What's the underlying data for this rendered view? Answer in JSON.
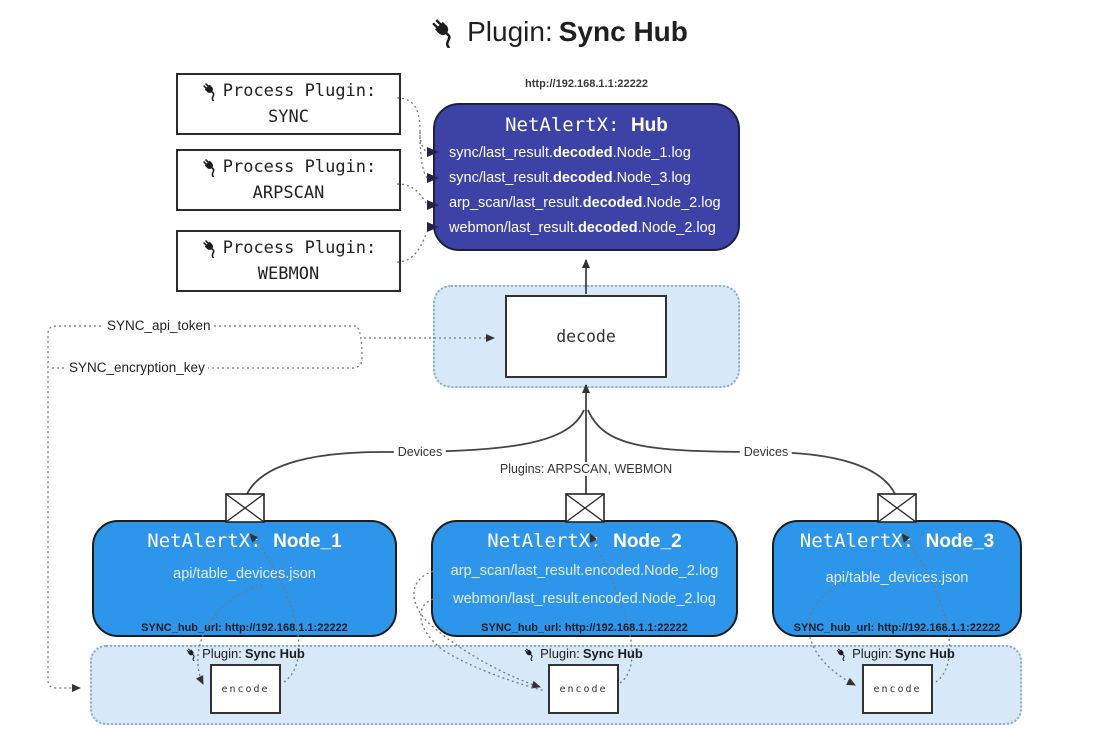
{
  "title": {
    "prefix": "Plugin: ",
    "bold": "Sync Hub"
  },
  "icons": {
    "plug": "plug-icon",
    "envelope": "envelope-icon"
  },
  "colors": {
    "hub_fill": "#3c42a6",
    "node_fill": "#2e96ea",
    "container_fill": "#d7e8f9",
    "container_border": "#8fabc9",
    "line_color": "#444444"
  },
  "process_plugins": [
    {
      "line1": "Process Plugin:",
      "line2": "SYNC"
    },
    {
      "line1": "Process Plugin:",
      "line2": "ARPSCAN"
    },
    {
      "line1": "Process Plugin:",
      "line2": "WEBMON"
    }
  ],
  "hub": {
    "url": "http://192.168.1.1:22222",
    "name_prefix": "NetAlertX: ",
    "name_bold": "Hub",
    "lines": [
      {
        "pre": "sync/last_result.",
        "bold": "decoded",
        "post": ".Node_1.log"
      },
      {
        "pre": "sync/last_result.",
        "bold": "decoded",
        "post": ".Node_3.log"
      },
      {
        "pre": "arp_scan/last_result.",
        "bold": "decoded",
        "post": ".Node_2.log"
      },
      {
        "pre": "webmon/last_result.",
        "bold": "decoded",
        "post": ".Node_2.log"
      }
    ]
  },
  "decode_label": "decode",
  "encode_label": "encode",
  "config_labels": {
    "api_token": "SYNC_api_token",
    "encryption_key": "SYNC_encryption_key"
  },
  "edge_labels": {
    "devices_left": "Devices",
    "devices_right": "Devices",
    "plugins_mid": "Plugins: ARPSCAN, WEBMON"
  },
  "nodes": [
    {
      "name_prefix": "NetAlertX: ",
      "name_bold": "Node_1",
      "lines": [
        "api/table_devices.json"
      ],
      "hub_url": "SYNC_hub_url: http://192.168.1.1:22222"
    },
    {
      "name_prefix": "NetAlertX: ",
      "name_bold": "Node_2",
      "lines": [
        "arp_scan/last_result.encoded.Node_2.log",
        "webmon/last_result.encoded.Node_2.log"
      ],
      "hub_url": "SYNC_hub_url: http://192.168.1.1:22222"
    },
    {
      "name_prefix": "NetAlertX: ",
      "name_bold": "Node_3",
      "lines": [
        "api/table_devices.json"
      ],
      "hub_url": "SYNC_hub_url: http://192.168.1.1:22222"
    }
  ],
  "bottom": {
    "label": {
      "prefix": "Plugin: ",
      "bold": "Sync Hub"
    }
  }
}
